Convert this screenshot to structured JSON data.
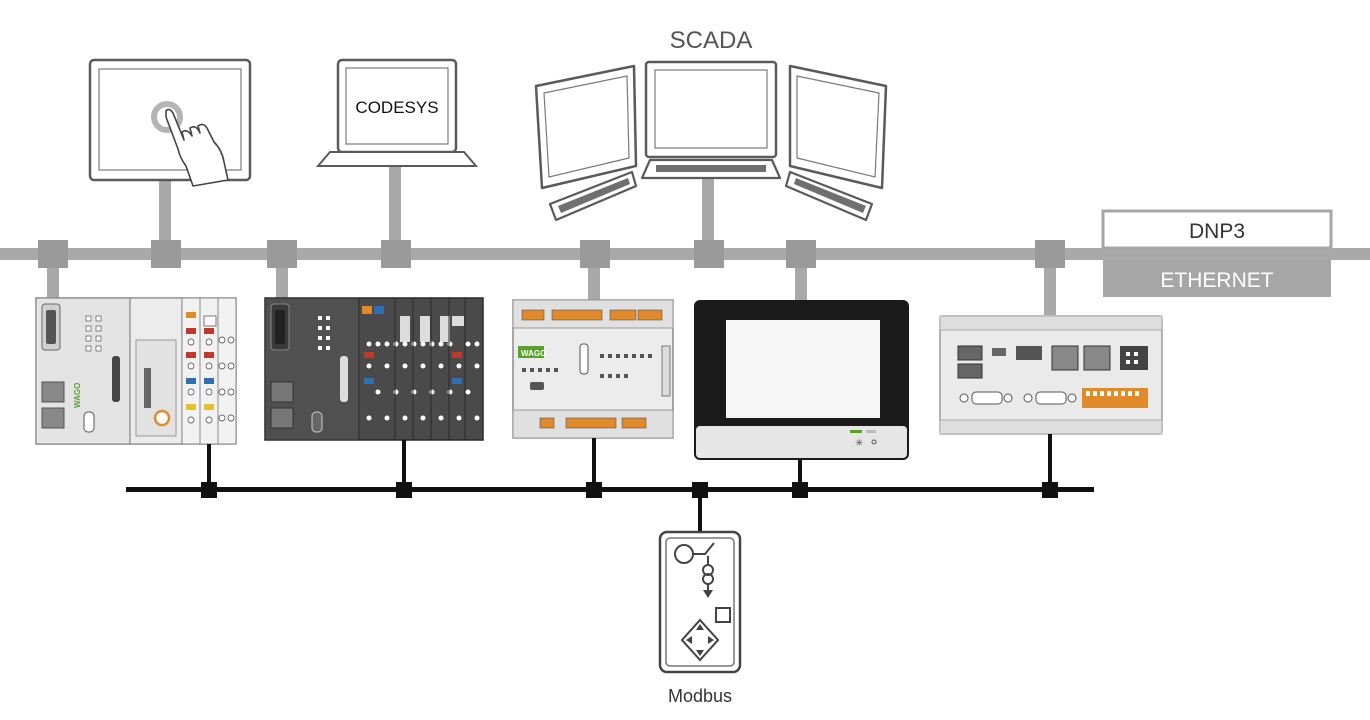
{
  "labels": {
    "scada": "SCADA",
    "codesys": "CODESYS",
    "dnp3": "DNP3",
    "ethernet": "ETHERNET",
    "modbus": "Modbus"
  },
  "brand_mark": "WAGO",
  "colors": {
    "ethernet_bus": "#a9a9a9",
    "modbus_bus": "#111111",
    "device_body": "#e6e6e6",
    "device_dark": "#4a4a4a",
    "ethernet_label_bg": "#a6a6a6",
    "text": "#333333",
    "orange_accent": "#e08a2a",
    "red_accent": "#c0392b",
    "blue_accent": "#2f6fb5",
    "yellow_accent": "#e5c22c",
    "green_accent": "#5aa02c"
  },
  "icons": [
    "touch-panel-icon",
    "hand-pointer-icon",
    "laptop-icon",
    "monitor-icon",
    "keyboard-icon",
    "plc-controller-icon",
    "hmi-display-icon",
    "edge-computer-icon",
    "field-device-icon"
  ]
}
